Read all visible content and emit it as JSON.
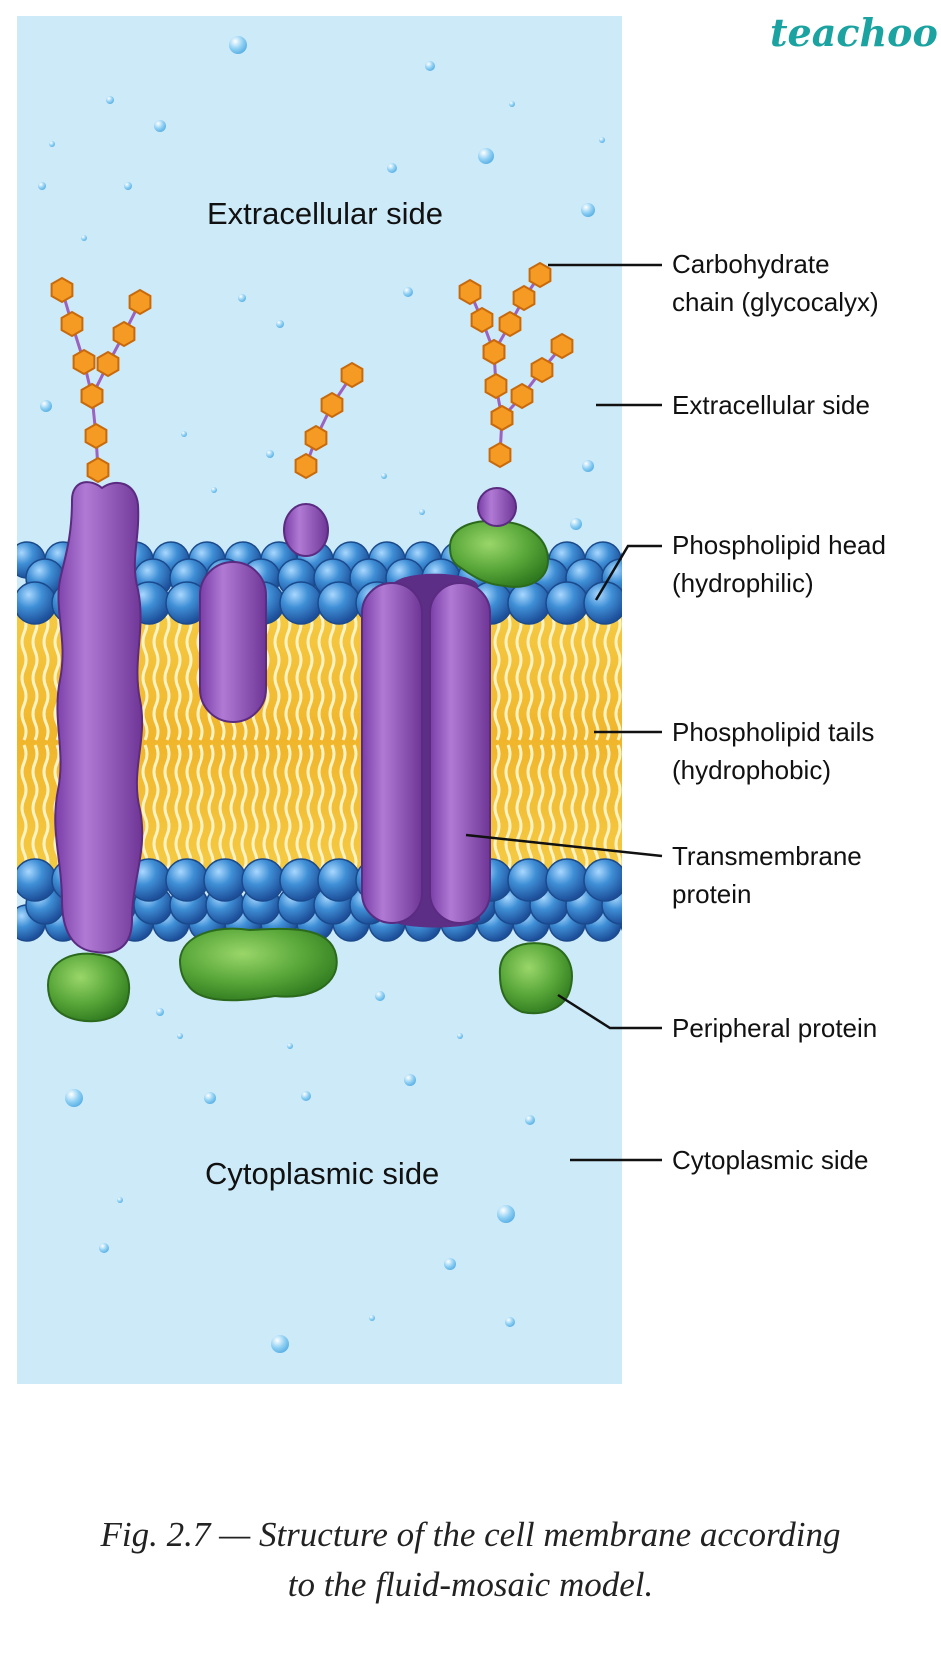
{
  "brand": "teachoo",
  "panel_labels": {
    "top": "Extracellular side",
    "bottom": "Cytoplasmic side"
  },
  "callouts": [
    {
      "id": "carbohydrate",
      "lines": [
        "Carbohydrate",
        "chain (glycocalyx)"
      ]
    },
    {
      "id": "extracellular",
      "lines": [
        "Extracellular side"
      ]
    },
    {
      "id": "head",
      "lines": [
        "Phospholipid head",
        "(hydrophilic)"
      ]
    },
    {
      "id": "tails",
      "lines": [
        "Phospholipid tails",
        "(hydrophobic)"
      ]
    },
    {
      "id": "transmembrane",
      "lines": [
        "Transmembrane",
        "protein"
      ]
    },
    {
      "id": "peripheral",
      "lines": [
        "Peripheral protein"
      ]
    },
    {
      "id": "cytoplasmic",
      "lines": [
        "Cytoplasmic side"
      ]
    }
  ],
  "caption": {
    "line1": "Fig. 2.7 — Structure of the cell membrane according",
    "line2": "to the fluid-mosaic model."
  },
  "colors": {
    "background": "#cdeaf8",
    "head": "#3f8fd6",
    "tail": "#f5cc45",
    "protein": "#9b62bf",
    "peripheral": "#5aa83a",
    "sugar": "#f59a22",
    "brand": "#1aa3a0"
  }
}
